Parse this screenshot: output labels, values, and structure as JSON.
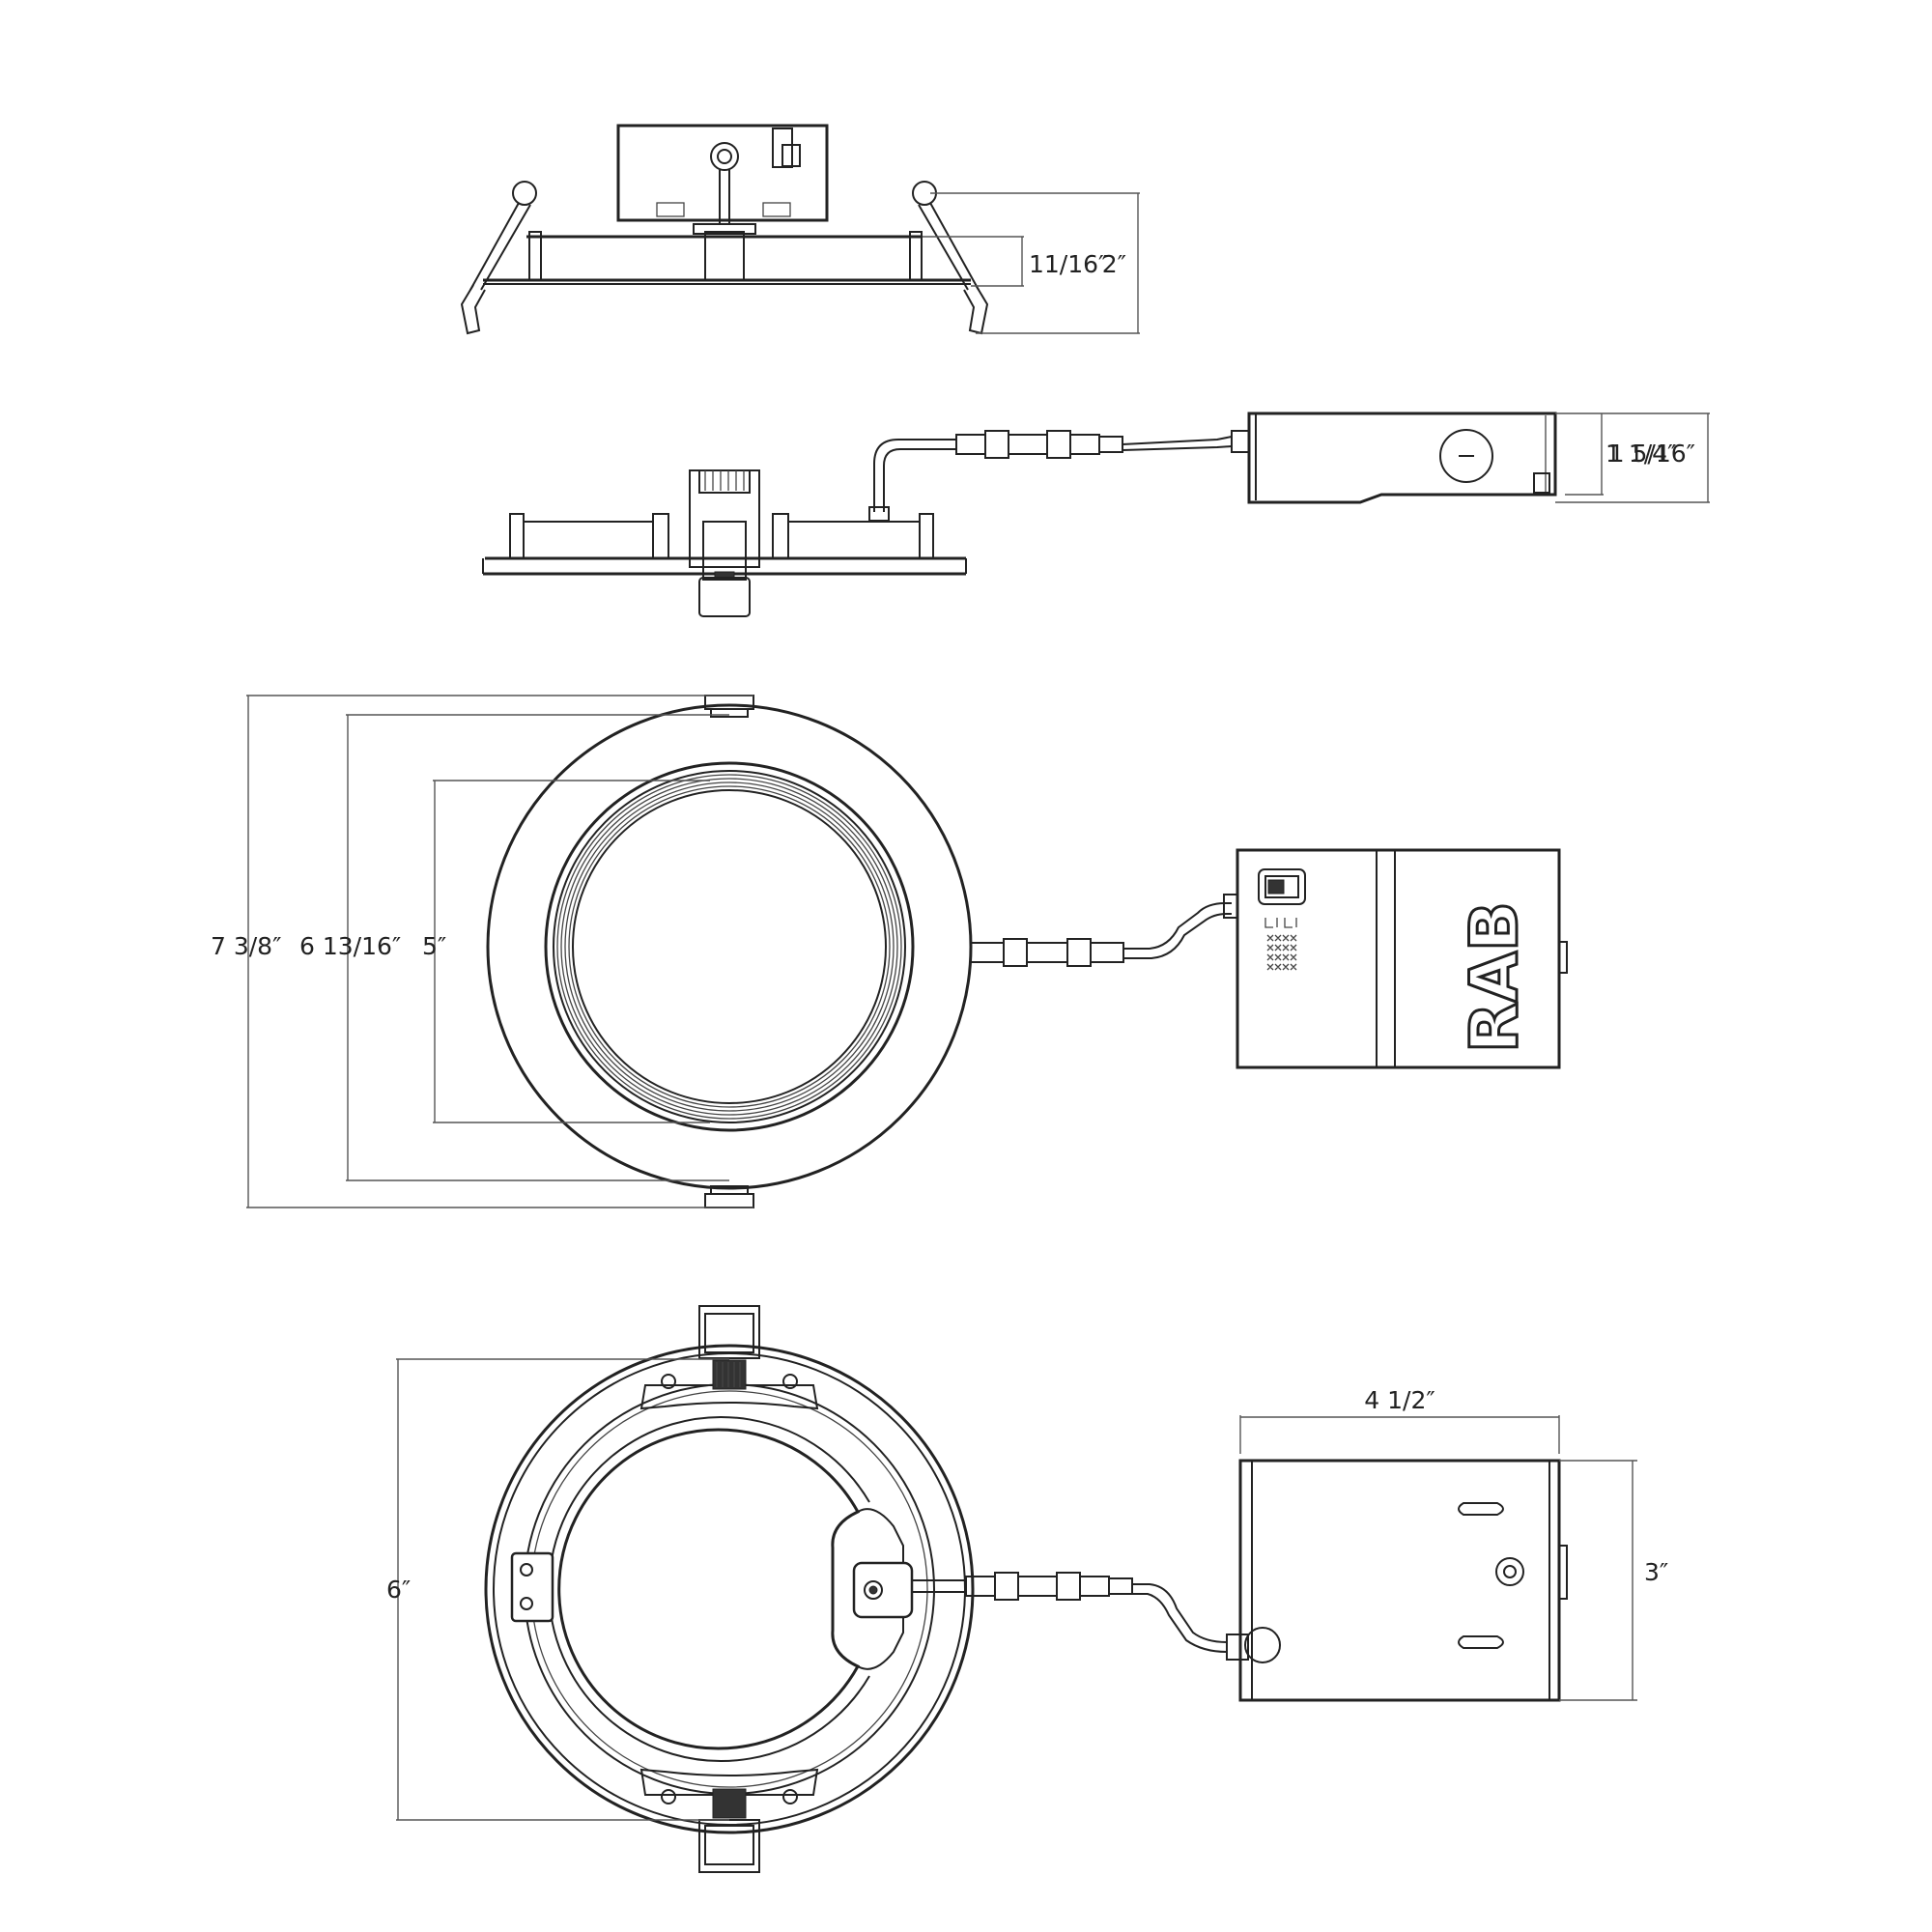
{
  "dimensions": {
    "side_trim_height": "11/16″",
    "side_total_height": "2″",
    "driver_box_height": "1 1/4″",
    "driver_box_total_height": "1 5/16″",
    "overall_diameter": "7 3/8″",
    "trim_diameter": "6 13/16″",
    "aperture": "5″",
    "cutout_diameter": "6″",
    "box_length": "4 1/2″",
    "box_width": "3″"
  },
  "logo": "RAB",
  "colors": {
    "line": "#222222",
    "background": "#ffffff"
  }
}
